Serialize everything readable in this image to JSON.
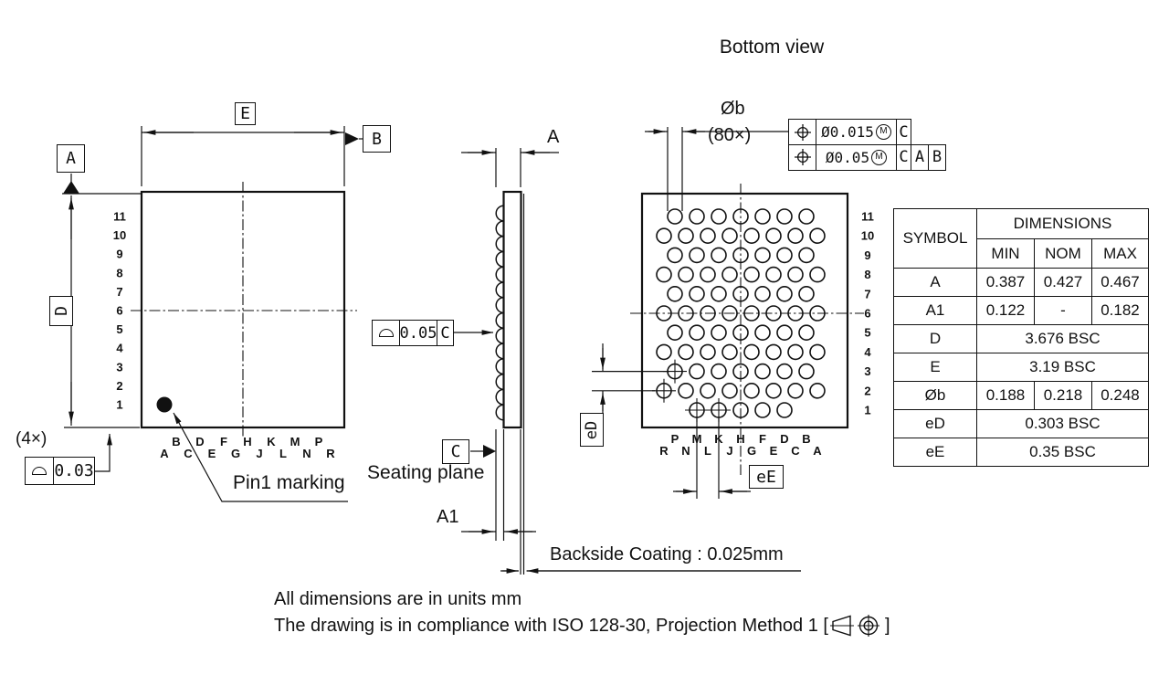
{
  "title": "Bottom view",
  "notes": {
    "line1": "All dimensions are in units mm",
    "line2_prefix": "The drawing is in compliance with ISO 128-30, Projection Method 1 [",
    "line2_suffix": "]"
  },
  "datums": {
    "a": "A",
    "b": "B",
    "c": "C"
  },
  "dimensions": {
    "e": "E",
    "d": "D",
    "a": "A",
    "a1": "A1",
    "phi_b": "Øb",
    "ball_count": "(80×)",
    "ed": "eD",
    "ee": "eE",
    "corner_qty": "(4×)"
  },
  "callouts": {
    "pin1": "Pin1 marking",
    "seating_plane": "Seating plane",
    "backside_coating": "Backside Coating : 0.025mm"
  },
  "fcf": {
    "corner_profile": {
      "value": "0.03"
    },
    "side_profile": {
      "value": "0.05",
      "datum": "C"
    },
    "position_fine": {
      "value": "Ø0.015",
      "modifier": "M",
      "datums": [
        "C"
      ]
    },
    "position_coarse": {
      "value": "Ø0.05",
      "modifier": "M",
      "datums": [
        "C",
        "A",
        "B"
      ]
    }
  },
  "grid": {
    "row_numbers": [
      11,
      10,
      9,
      8,
      7,
      6,
      5,
      4,
      3,
      2,
      1
    ],
    "column_letters": [
      "A",
      "B",
      "C",
      "D",
      "E",
      "F",
      "G",
      "H",
      "J",
      "K",
      "L",
      "M",
      "N",
      "P",
      "R"
    ],
    "rows": [
      {
        "row": 11,
        "columns": [
          "P",
          "M",
          "K",
          "H",
          "F",
          "D",
          "B"
        ]
      },
      {
        "row": 10,
        "columns": [
          "R",
          "N",
          "L",
          "J",
          "G",
          "E",
          "C",
          "A"
        ]
      },
      {
        "row": 9,
        "columns": [
          "P",
          "M",
          "K",
          "H",
          "F",
          "D",
          "B"
        ]
      },
      {
        "row": 8,
        "columns": [
          "R",
          "N",
          "L",
          "J",
          "G",
          "E",
          "C",
          "A"
        ]
      },
      {
        "row": 7,
        "columns": [
          "P",
          "M",
          "K",
          "H",
          "F",
          "D",
          "B"
        ]
      },
      {
        "row": 6,
        "columns": [
          "R",
          "N",
          "L",
          "J",
          "G",
          "E",
          "C",
          "A"
        ]
      },
      {
        "row": 5,
        "columns": [
          "P",
          "M",
          "K",
          "H",
          "F",
          "D",
          "B"
        ]
      },
      {
        "row": 4,
        "columns": [
          "R",
          "N",
          "L",
          "J",
          "G",
          "E",
          "C",
          "A"
        ]
      },
      {
        "row": 3,
        "columns": [
          "P",
          "M",
          "K",
          "H",
          "F",
          "D",
          "B"
        ]
      },
      {
        "row": 2,
        "columns": [
          "R",
          "N",
          "L",
          "J",
          "G",
          "E",
          "C",
          "A"
        ]
      },
      {
        "row": 1,
        "columns": [
          "M",
          "K",
          "H",
          "F",
          "D"
        ]
      }
    ],
    "toleranced_balls": [
      "P3",
      "R2",
      "M1",
      "K1"
    ]
  },
  "table": {
    "symbol_header": "SYMBOL",
    "dimensions_header": "DIMENSIONS",
    "sub_headers": [
      "MIN",
      "NOM",
      "MAX"
    ],
    "rows": [
      {
        "symbol": "A",
        "min": "0.387",
        "nom": "0.427",
        "max": "0.467"
      },
      {
        "symbol": "A1",
        "min": "0.122",
        "nom": "-",
        "max": "0.182"
      },
      {
        "symbol": "D",
        "span": "3.676 BSC"
      },
      {
        "symbol": "E",
        "span": "3.19 BSC"
      },
      {
        "symbol": "Øb",
        "min": "0.188",
        "nom": "0.218",
        "max": "0.248"
      },
      {
        "symbol": "eD",
        "span": "0.303 BSC"
      },
      {
        "symbol": "eE",
        "span": "0.35 BSC"
      }
    ]
  }
}
